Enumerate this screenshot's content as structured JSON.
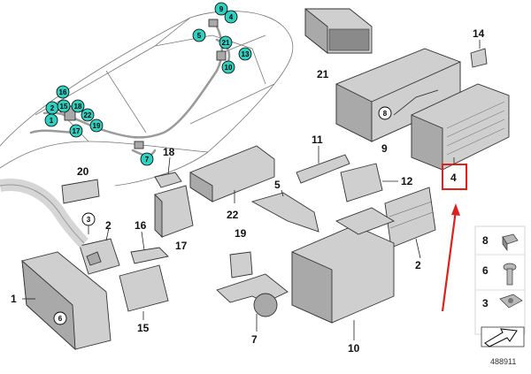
{
  "diagram": {
    "callouts_car": [
      {
        "id": "c9",
        "text": "9"
      },
      {
        "id": "c4",
        "text": "4"
      },
      {
        "id": "c5",
        "text": "5"
      },
      {
        "id": "c21",
        "text": "21"
      },
      {
        "id": "c13",
        "text": "13"
      },
      {
        "id": "c10",
        "text": "10"
      },
      {
        "id": "c16",
        "text": "16"
      },
      {
        "id": "c2",
        "text": "2"
      },
      {
        "id": "c15",
        "text": "15"
      },
      {
        "id": "c18",
        "text": "18"
      },
      {
        "id": "c1",
        "text": "1"
      },
      {
        "id": "c22",
        "text": "22"
      },
      {
        "id": "c19",
        "text": "19"
      },
      {
        "id": "c17",
        "text": "17"
      },
      {
        "id": "c7",
        "text": "7"
      }
    ],
    "labels": [
      {
        "id": "l21",
        "text": "21"
      },
      {
        "id": "l14",
        "text": "14"
      },
      {
        "id": "l8",
        "text": "8"
      },
      {
        "id": "l9",
        "text": "9"
      },
      {
        "id": "l4",
        "text": "4"
      },
      {
        "id": "l11",
        "text": "11"
      },
      {
        "id": "l18",
        "text": "18"
      },
      {
        "id": "l20",
        "text": "20"
      },
      {
        "id": "l5",
        "text": "5"
      },
      {
        "id": "l12",
        "text": "12"
      },
      {
        "id": "l22",
        "text": "22"
      },
      {
        "id": "l3",
        "text": "3"
      },
      {
        "id": "l2",
        "text": "2"
      },
      {
        "id": "l16",
        "text": "16"
      },
      {
        "id": "l17",
        "text": "17"
      },
      {
        "id": "l19",
        "text": "19"
      },
      {
        "id": "l13",
        "text": "13"
      },
      {
        "id": "l1",
        "text": "1"
      },
      {
        "id": "l6",
        "text": "6"
      },
      {
        "id": "l15",
        "text": "15"
      },
      {
        "id": "l7",
        "text": "7"
      },
      {
        "id": "l10",
        "text": "10"
      }
    ],
    "fastener_legend": [
      {
        "text": "8"
      },
      {
        "text": "6"
      },
      {
        "text": "3"
      }
    ],
    "highlight_color": "#e0201b",
    "callout_color": "#2fd0c0",
    "diagram_number": "488911"
  }
}
